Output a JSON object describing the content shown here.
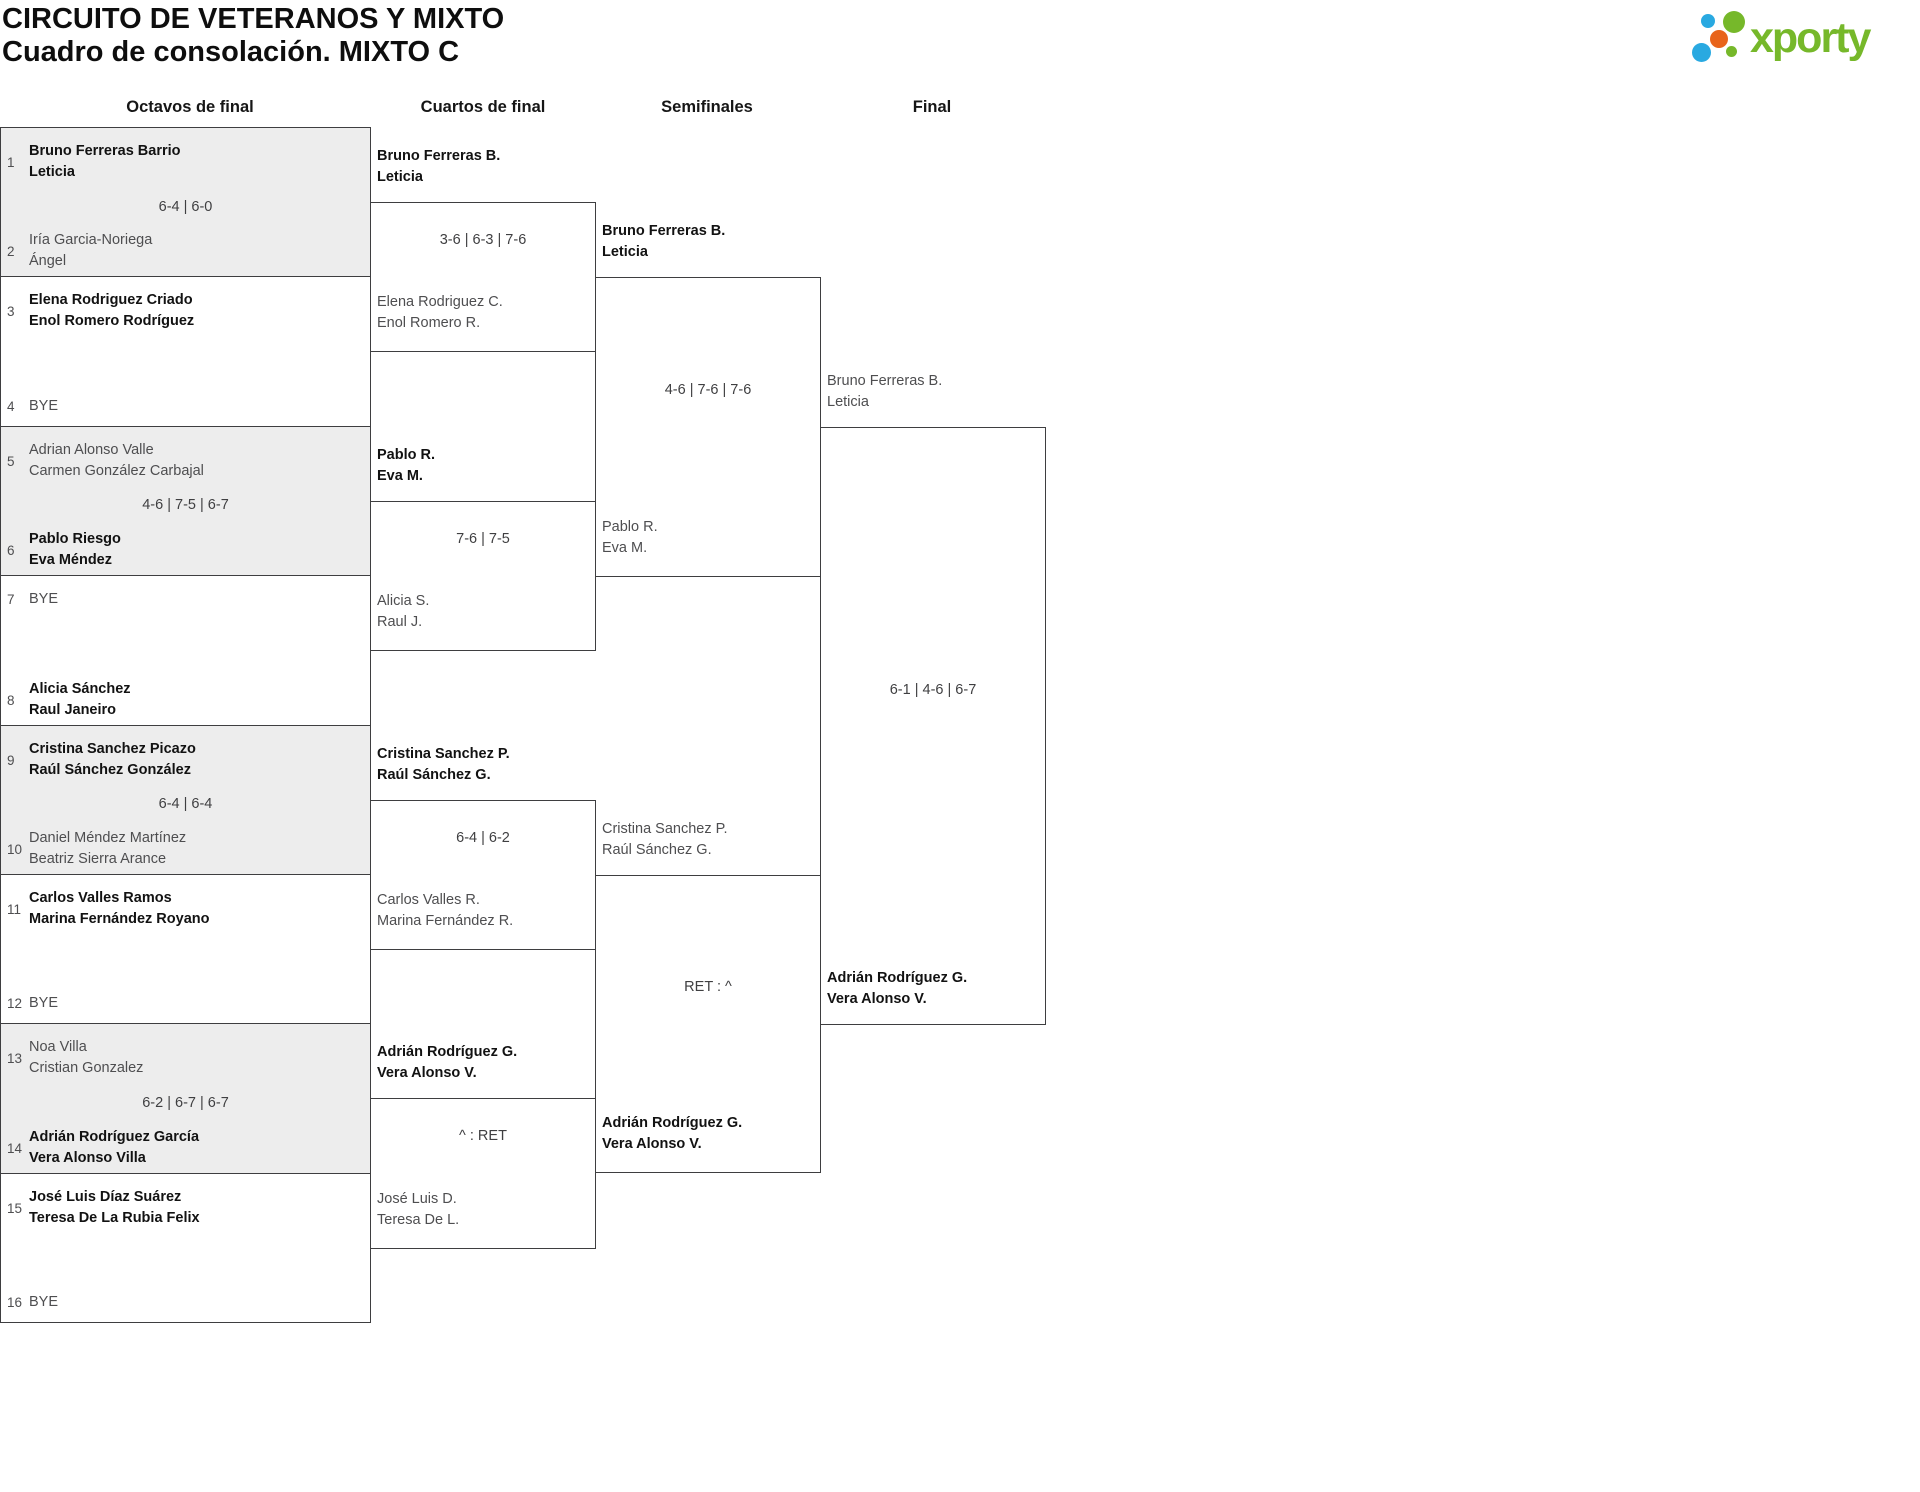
{
  "page": {
    "title_line1": "CIRCUITO DE VETERANOS Y MIXTO",
    "title_line2": "Cuadro de consolación. MIXTO C"
  },
  "logo": {
    "text": "xporty"
  },
  "round_headers": [
    "Octavos de final",
    "Cuartos de final",
    "Semifinales",
    "Final"
  ],
  "r16": [
    {
      "top": {
        "seed": "1",
        "line1": "Bruno Ferreras Barrio",
        "line2": "Leticia"
      },
      "score": "6-4 | 6-0",
      "bottom": {
        "seed": "2",
        "line1": "Iría Garcia-Noriega",
        "line2": "Ángel"
      }
    },
    {
      "top": {
        "seed": "3",
        "line1": "Elena Rodriguez Criado",
        "line2": "Enol Romero Rodríguez"
      },
      "bottom": {
        "seed": "4",
        "line1": "BYE"
      }
    },
    {
      "top": {
        "seed": "5",
        "line1": "Adrian Alonso Valle",
        "line2": "Carmen González Carbajal"
      },
      "score": "4-6 | 7-5 | 6-7",
      "bottom": {
        "seed": "6",
        "line1": "Pablo Riesgo",
        "line2": "Eva Méndez"
      }
    },
    {
      "top": {
        "seed": "7",
        "line1": "BYE"
      },
      "bottom": {
        "seed": "8",
        "line1": "Alicia Sánchez",
        "line2": "Raul Janeiro"
      }
    },
    {
      "top": {
        "seed": "9",
        "line1": "Cristina Sanchez Picazo",
        "line2": "Raúl Sánchez González"
      },
      "score": "6-4 | 6-4",
      "bottom": {
        "seed": "10",
        "line1": "Daniel Méndez Martínez",
        "line2": "Beatriz Sierra Arance"
      }
    },
    {
      "top": {
        "seed": "11",
        "line1": "Carlos Valles Ramos",
        "line2": "Marina Fernández Royano"
      },
      "bottom": {
        "seed": "12",
        "line1": "BYE"
      }
    },
    {
      "top": {
        "seed": "13",
        "line1": "Noa Villa",
        "line2": "Cristian Gonzalez"
      },
      "score": "6-2 | 6-7 | 6-7",
      "bottom": {
        "seed": "14",
        "line1": "Adrián Rodríguez García",
        "line2": "Vera Alonso Villa"
      }
    },
    {
      "top": {
        "seed": "15",
        "line1": "José Luis Díaz Suárez",
        "line2": "Teresa De La Rubia Felix"
      },
      "bottom": {
        "seed": "16",
        "line1": "BYE"
      }
    }
  ],
  "qf": [
    {
      "top": {
        "line1": "Bruno Ferreras B.",
        "line2": "Leticia"
      },
      "score": "3-6 | 6-3 | 7-6",
      "bottom": {
        "line1": "Elena Rodriguez C.",
        "line2": "Enol Romero R."
      }
    },
    {
      "top": {
        "line1": "Pablo R.",
        "line2": "Eva M."
      },
      "score": "7-6 | 7-5",
      "bottom": {
        "line1": "Alicia S.",
        "line2": "Raul J."
      }
    },
    {
      "top": {
        "line1": "Cristina Sanchez P.",
        "line2": "Raúl Sánchez G."
      },
      "score": "6-4 | 6-2",
      "bottom": {
        "line1": "Carlos Valles R.",
        "line2": "Marina Fernández R."
      }
    },
    {
      "top": {
        "line1": "Adrián Rodríguez G.",
        "line2": "Vera Alonso V."
      },
      "score": "^ : RET",
      "bottom": {
        "line1": "José Luis D.",
        "line2": "Teresa De L."
      }
    }
  ],
  "sf": [
    {
      "top": {
        "line1": "Bruno Ferreras B.",
        "line2": "Leticia"
      },
      "score": "4-6 | 7-6 | 7-6",
      "bottom": {
        "line1": "Pablo R.",
        "line2": "Eva M."
      }
    },
    {
      "top": {
        "line1": "Cristina Sanchez P.",
        "line2": "Raúl Sánchez G."
      },
      "score": "RET : ^",
      "bottom": {
        "line1": "Adrián Rodríguez G.",
        "line2": "Vera Alonso V."
      }
    }
  ],
  "final": {
    "top": {
      "line1": "Bruno Ferreras B.",
      "line2": "Leticia"
    },
    "score": "6-1 | 4-6 | 6-7",
    "bottom": {
      "line1": "Adrián Rodríguez G.",
      "line2": "Vera Alonso V."
    }
  },
  "colors": {
    "box_border": "#3E3E40",
    "box_shade": "#EDEDED",
    "winner_ink": "#121212",
    "loser_gray": "#4E4E50",
    "score_gray": "#3F3F41",
    "logo_green": "#76B82A",
    "logo_blue": "#29A9E1",
    "logo_orange": "#E8641B"
  }
}
